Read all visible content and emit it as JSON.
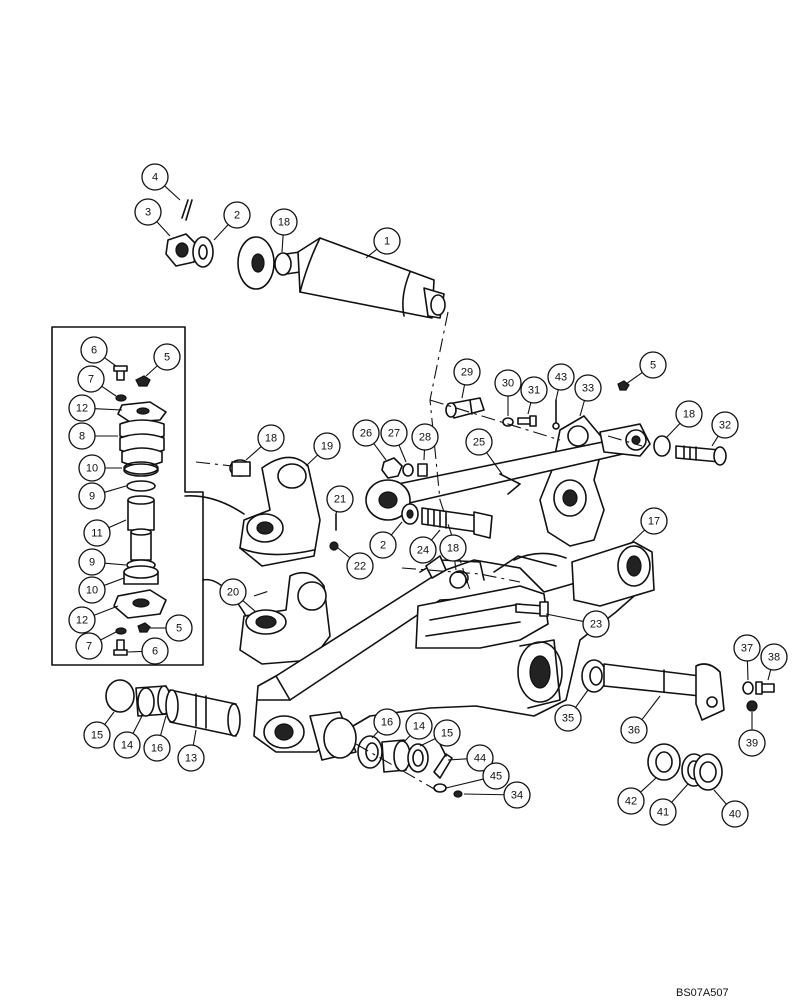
{
  "drawing_ref": "BS07A507",
  "colors": {
    "ink": "#111111",
    "paper": "#ffffff"
  },
  "callouts": [
    {
      "id": "c1",
      "label": "1"
    },
    {
      "id": "c2a",
      "label": "2"
    },
    {
      "id": "c3",
      "label": "3"
    },
    {
      "id": "c4",
      "label": "4"
    },
    {
      "id": "c18a",
      "label": "18"
    },
    {
      "id": "c6a",
      "label": "6"
    },
    {
      "id": "c5a",
      "label": "5"
    },
    {
      "id": "c7a",
      "label": "7"
    },
    {
      "id": "c12a",
      "label": "12"
    },
    {
      "id": "c8",
      "label": "8"
    },
    {
      "id": "c10a",
      "label": "10"
    },
    {
      "id": "c9a",
      "label": "9"
    },
    {
      "id": "c11",
      "label": "11"
    },
    {
      "id": "c9b",
      "label": "9"
    },
    {
      "id": "c10b",
      "label": "10"
    },
    {
      "id": "c12b",
      "label": "12"
    },
    {
      "id": "c5b",
      "label": "5"
    },
    {
      "id": "c7b",
      "label": "7"
    },
    {
      "id": "c6b",
      "label": "6"
    },
    {
      "id": "c18b",
      "label": "18"
    },
    {
      "id": "c19",
      "label": "19"
    },
    {
      "id": "c21",
      "label": "21"
    },
    {
      "id": "c22",
      "label": "22"
    },
    {
      "id": "c20",
      "label": "20"
    },
    {
      "id": "c26",
      "label": "26"
    },
    {
      "id": "c27",
      "label": "27"
    },
    {
      "id": "c28",
      "label": "28"
    },
    {
      "id": "c29",
      "label": "29"
    },
    {
      "id": "c30",
      "label": "30"
    },
    {
      "id": "c31",
      "label": "31"
    },
    {
      "id": "c43",
      "label": "43"
    },
    {
      "id": "c33",
      "label": "33"
    },
    {
      "id": "c5c",
      "label": "5"
    },
    {
      "id": "c18c",
      "label": "18"
    },
    {
      "id": "c32",
      "label": "32"
    },
    {
      "id": "c25",
      "label": "25"
    },
    {
      "id": "c2b",
      "label": "2"
    },
    {
      "id": "c24",
      "label": "24"
    },
    {
      "id": "c18d",
      "label": "18"
    },
    {
      "id": "c17",
      "label": "17"
    },
    {
      "id": "c23",
      "label": "23"
    },
    {
      "id": "c37",
      "label": "37"
    },
    {
      "id": "c38",
      "label": "38"
    },
    {
      "id": "c35",
      "label": "35"
    },
    {
      "id": "c36",
      "label": "36"
    },
    {
      "id": "c39",
      "label": "39"
    },
    {
      "id": "c15a",
      "label": "15"
    },
    {
      "id": "c14a",
      "label": "14"
    },
    {
      "id": "c16a",
      "label": "16"
    },
    {
      "id": "c13",
      "label": "13"
    },
    {
      "id": "c16b",
      "label": "16"
    },
    {
      "id": "c14b",
      "label": "14"
    },
    {
      "id": "c15b",
      "label": "15"
    },
    {
      "id": "c44",
      "label": "44"
    },
    {
      "id": "c45",
      "label": "45"
    },
    {
      "id": "c34",
      "label": "34"
    },
    {
      "id": "c42",
      "label": "42"
    },
    {
      "id": "c41",
      "label": "41"
    },
    {
      "id": "c40",
      "label": "40"
    }
  ]
}
